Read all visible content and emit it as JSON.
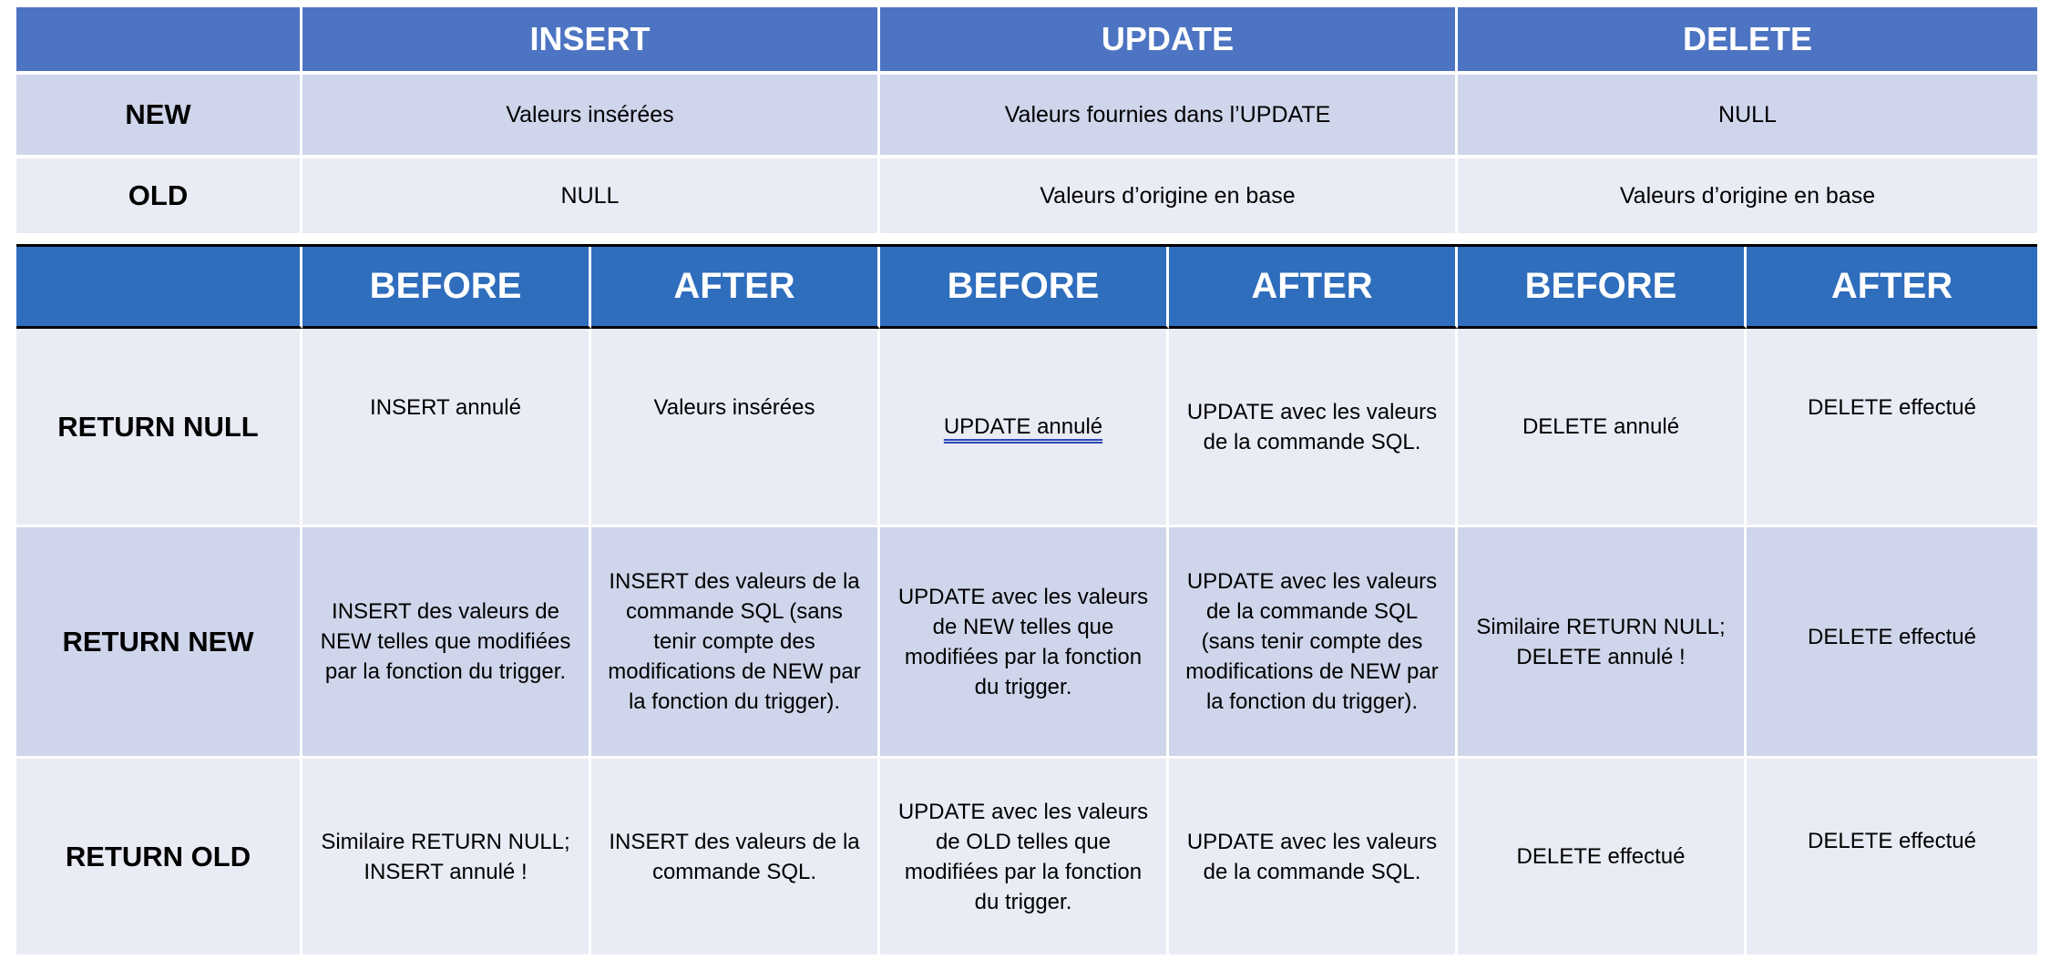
{
  "top_table": {
    "headers": [
      "",
      "INSERT",
      "UPDATE",
      "DELETE"
    ],
    "rows": [
      {
        "label": "NEW",
        "cells": [
          "Valeurs insérées",
          "Valeurs fournies dans l’UPDATE",
          "NULL"
        ]
      },
      {
        "label": "OLD",
        "cells": [
          "NULL",
          "Valeurs d’origine en base",
          "Valeurs d’origine en base"
        ]
      }
    ]
  },
  "bottom_table": {
    "headers": [
      "",
      "BEFORE",
      "AFTER",
      "BEFORE",
      "AFTER",
      "BEFORE",
      "AFTER"
    ],
    "rows": [
      {
        "label": "RETURN NULL",
        "cells": [
          "INSERT annulé",
          "Valeurs insérées",
          "UPDATE annulé",
          "UPDATE avec les valeurs de la commande SQL.",
          "DELETE annulé",
          "DELETE effectué"
        ]
      },
      {
        "label": "RETURN NEW",
        "cells": [
          "INSERT des valeurs de NEW telles que modifiées par la fonction du trigger.",
          "INSERT des valeurs de la commande SQL (sans tenir compte des modifications de NEW par la fonction du trigger).",
          "UPDATE avec les valeurs de NEW telles que modifiées par la fonction du trigger.",
          "UPDATE avec les valeurs de la commande SQL (sans tenir compte des modifications de NEW par la fonction du trigger).",
          "Similaire RETURN NULL; DELETE annulé !",
          "DELETE effectué"
        ]
      },
      {
        "label": "RETURN OLD",
        "cells": [
          "Similaire RETURN NULL; INSERT annulé !",
          "INSERT des valeurs de la commande SQL.",
          "UPDATE avec les valeurs de OLD telles que modifiées par la fonction du trigger.",
          "UPDATE avec les valeurs de la commande SQL.",
          "DELETE effectué",
          "DELETE effectué"
        ]
      }
    ]
  },
  "colors": {
    "header_top": "#4d74c2",
    "header_bottom": "#2f6dbd",
    "row_dark": "#cfd5ea",
    "row_light": "#e9ebf5"
  }
}
